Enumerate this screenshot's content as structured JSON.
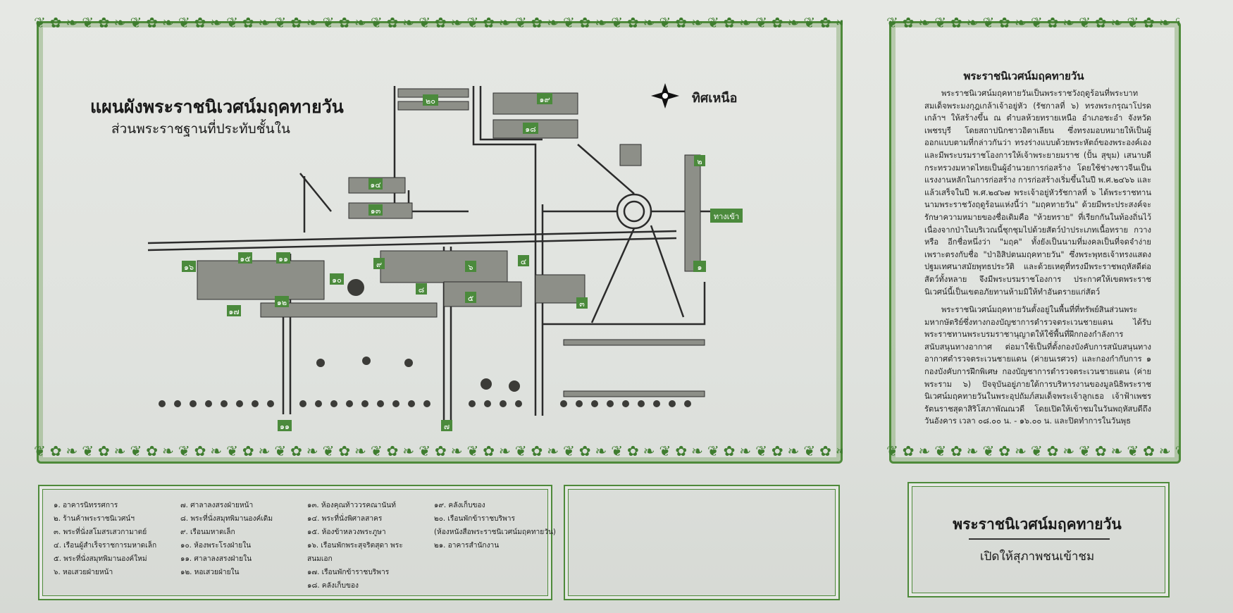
{
  "map": {
    "title": "แผนผังพระราชนิเวศน์มฤคทายวัน",
    "subtitle": "ส่วนพระราชฐานที่ประทับชั้นใน",
    "north_label": "ทิศเหนือ",
    "entrance_label": "ทางเข้า",
    "markers": [
      "๑",
      "๒",
      "๓",
      "๔",
      "๕",
      "๖",
      "๗",
      "๘",
      "๙",
      "๑๐",
      "๑๑",
      "๑๒",
      "๑๓",
      "๑๔",
      "๑๕",
      "๑๖",
      "๑๗",
      "๑๘",
      "๑๙",
      "๒๐"
    ],
    "colors": {
      "tag": "#4b8a3c",
      "road": "#2b2b2b",
      "frame": "#4e8a3a"
    }
  },
  "history": {
    "title": "พระราชนิเวศน์มฤคทายวัน",
    "paragraphs": [
      "พระราชนิเวศน์มฤคทายวันเป็นพระราชวังฤดูร้อนที่พระบาทสมเด็จพระมงกุฎเกล้าเจ้าอยู่หัว (รัชกาลที่ ๖) ทรงพระกรุณาโปรดเกล้าฯ ให้สร้างขึ้น ณ ตำบลห้วยทรายเหนือ อำเภอชะอำ จังหวัดเพชรบุรี โดยสถาปนิกชาวอิตาเลียน ซึ่งทรงมอบหมายให้เป็นผู้ออกแบบตามที่กล่าวกันว่า ทรงร่างแบบด้วยพระหัตถ์ของพระองค์เองและมีพระบรมราชโองการให้เจ้าพระยายมราช (ปั้น สุขุม) เสนาบดีกระทรวงมหาดไทยเป็นผู้อำนวยการก่อสร้าง โดยใช้ช่างชาวจีนเป็นแรงงานหลักในการก่อสร้าง การก่อสร้างเริ่มขึ้นในปี พ.ศ.๒๔๖๖ และแล้วเสร็จในปี พ.ศ.๒๔๖๗ พระเจ้าอยู่หัวรัชกาลที่ ๖ ได้พระราชทานนามพระราชวังฤดูร้อนแห่งนี้ว่า \"มฤคทายวัน\" ด้วยมีพระประสงค์จะรักษาความหมายของชื่อเดิมคือ \"ห้วยทราย\" ที่เรียกกันในท้องถิ่นไว้ เนื่องจากป่าในบริเวณนี้ชุกชุมไปด้วยสัตว์ป่าประเภทเนื้อทราย กวาง หรือ อีกชื่อหนึ่งว่า \"มฤค\" ทั้งยังเป็นนามที่มงคลเป็นที่จดจำง่ายเพราะตรงกับชื่อ \"ป่าอิสิปตนมฤคทายวัน\" ซึ่งพระพุทธเจ้าทรงแสดงปฐมเทศนาสมัยพุทธประวัติ และด้วยเหตุที่ทรงมีพระราชพฤหัสดีต่อสัตว์ทั้งหลาย จึงมีพระบรมราชโองการ ประกาศให้เขตพระราชนิเวศน์นี้เป็นเขตอภัยทานห้ามมิให้ทำอันตรายแก่สัตว์",
      "พระราชนิเวศน์มฤคทายวันตั้งอยู่ในพื้นที่ที่ทรัพย์สินส่วนพระมหากษัตริย์ซึ่งทางกองบัญชาการตำรวจตระเวนชายแดน ได้รับพระราชทานพระบรมราชานุญาตให้ใช้พื้นที่ฝึกกองกำลังการสนับสนุนทางอากาศ ต่อมาใช้เป็นที่ตั้งกองบังคับการสนับสนุนทางอากาศตำรวจตระเวนชายแดน (ค่ายนเรศวร) และกองกำกับการ ๑ กองบังคับการฝึกพิเศษ กองบัญชาการตำรวจตระเวนชายแดน (ค่ายพระราม ๖) ปัจจุบันอยู่ภายใต้การบริหารงานของมูลนิธิพระราชนิเวศน์มฤคทายวันในพระอุปถัมภ์สมเด็จพระเจ้าลูกเธอ เจ้าฟ้าเพชรรัตนราชสุดาสิริโสภาพัณณวดี โดยเปิดให้เข้าชมในวันพฤหัสบดีถึงวันอังคาร เวลา ๐๘.๐๐ น. - ๑๖.๐๐ น. และปิดทำการในวันพุธ"
    ]
  },
  "legend": {
    "col1": [
      "๑. อาคารนิทรรศการ",
      "๒. ร้านค้าพระราชนิเวศน์ฯ",
      "๓. พระที่นั่งสโมสรเสวกามาตย์",
      "๔. เรือนผู้สำเร็จราชการมหาดเล็ก",
      "๕. พระที่นั่งสมุทพิมานองค์ใหม่",
      "๖. หอเสวยฝ่ายหน้า"
    ],
    "col2": [
      "๗. ศาลาลงสรงฝ่ายหน้า",
      "๘. พระที่นั่งสมุทพิมานองค์เดิม",
      "๙. เรือนมหาดเล็ก",
      "๑๐. ห้องพระโรงฝ่ายใน",
      "๑๑. ศาลาลงสรงฝ่ายใน",
      "๑๒. หอเสวยฝ่ายใน"
    ],
    "col3": [
      "๑๓. ห้องคุณท้าววรคณานันท์",
      "๑๔. พระที่นั่งพิศาลสาคร",
      "๑๕. ห้องข้าหลวงพระภูษา",
      "๑๖. เรือนพักพระสุจริตสุดา พระสนมเอก",
      "๑๗. เรือนพักข้าราชบริพาร",
      "๑๘. คลังเก็บของ"
    ],
    "col4": [
      "๑๙. คลังเก็บของ",
      "๒๐. เรือนพักข้าราชบริพาร",
      "(ห้องหนังสือพระราชนิเวศน์มฤคทายวัน)",
      "๒๑. อาคารสำนักงาน"
    ]
  },
  "info": {
    "title": "พระราชนิเวศน์มฤคทายวัน",
    "subtitle": "เปิดให้สุภาพชนเข้าชม"
  }
}
